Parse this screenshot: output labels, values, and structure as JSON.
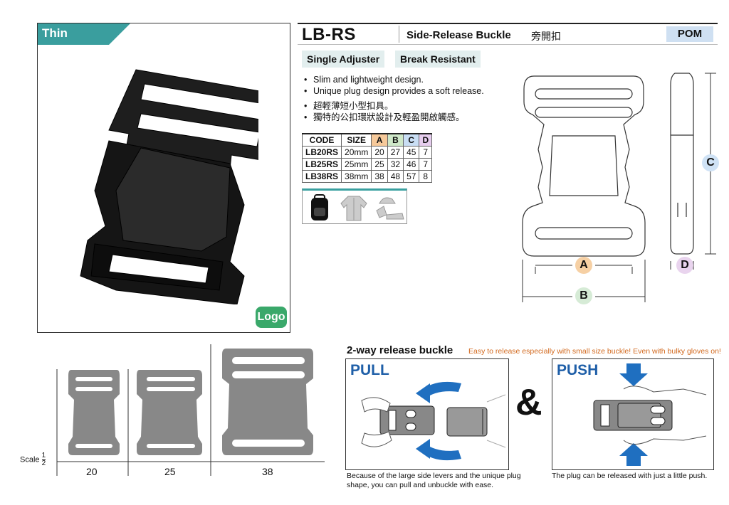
{
  "tag": "Thin",
  "logo_badge": "Logo",
  "header": {
    "model": "LB-RS",
    "type": "Side-Release Buckle",
    "type_cn": "旁開扣",
    "material": "POM"
  },
  "features": [
    "Single Adjuster",
    "Break Resistant"
  ],
  "bullets_en": [
    "Slim and lightweight design.",
    "Unique plug design provides a soft release."
  ],
  "bullets_cn": [
    "超輕薄短小型扣具。",
    "獨特的公扣環狀設計及輕盈開啟觸感。"
  ],
  "table": {
    "headers": [
      "CODE",
      "SIZE",
      "A",
      "B",
      "C",
      "D"
    ],
    "header_colors": [
      "",
      "",
      "#f6c99a",
      "#cfe8c9",
      "#c9def4",
      "#e6cdee"
    ],
    "rows": [
      [
        "LB20RS",
        "20mm",
        "20",
        "27",
        "45",
        "7"
      ],
      [
        "LB25RS",
        "25mm",
        "25",
        "32",
        "46",
        "7"
      ],
      [
        "LB38RS",
        "38mm",
        "38",
        "48",
        "57",
        "8"
      ]
    ]
  },
  "application_icons": [
    "backpack-icon",
    "jacket-icon",
    "cap-glove-shoe-icon"
  ],
  "dimensions": {
    "a": "A",
    "b": "B",
    "c": "C",
    "d": "D"
  },
  "scale": {
    "label": "Scale",
    "num": "1",
    "den": "2"
  },
  "sizes": [
    "20",
    "25",
    "38"
  ],
  "release": {
    "title": "2-way release buckle",
    "subtitle": "Easy to release especially with small size buckle! Even with bulky gloves on!",
    "pull": "PULL",
    "push": "PUSH",
    "amp": "&",
    "pull_caption": "Because of the large side levers and the unique plug shape, you can pull and unbuckle with ease.",
    "push_caption": "The plug can be released with just a little push."
  },
  "colors": {
    "teal": "#3aa0a0",
    "green": "#3aa86a",
    "blue": "#1f5fa8",
    "orange": "#d2691e"
  }
}
